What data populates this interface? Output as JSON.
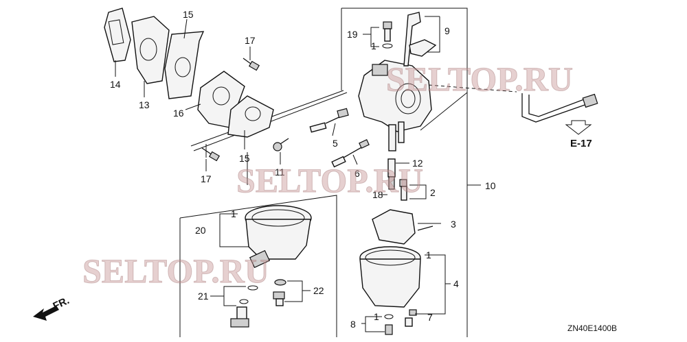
{
  "diagram": {
    "part_numbers": [
      "1",
      "2",
      "3",
      "4",
      "5",
      "6",
      "7",
      "8",
      "9",
      "10",
      "11",
      "12",
      "13",
      "14",
      "15",
      "16",
      "17",
      "18",
      "19",
      "20",
      "21",
      "22"
    ],
    "labels": {
      "p14": "14",
      "p13": "13",
      "p15a": "15",
      "p17a": "17",
      "p16": "16",
      "p15b": "15",
      "p17b": "17",
      "p11": "11",
      "p5": "5",
      "p6": "6",
      "p19": "19",
      "p1a": "1",
      "p9": "9",
      "p12": "12",
      "p18": "18",
      "p2": "2",
      "p10": "10",
      "p3": "3",
      "p1b": "1",
      "p4": "4",
      "p1c": "1",
      "p8": "8",
      "p7": "7",
      "p20": "20",
      "p1d": "1",
      "p21": "21",
      "p22": "22"
    },
    "reference": "E-17",
    "direction": "FR.",
    "code": "ZN40E1400B"
  },
  "watermarks": [
    "SELTOP.RU",
    "SELTOP.RU",
    "SELTOP.RU"
  ]
}
